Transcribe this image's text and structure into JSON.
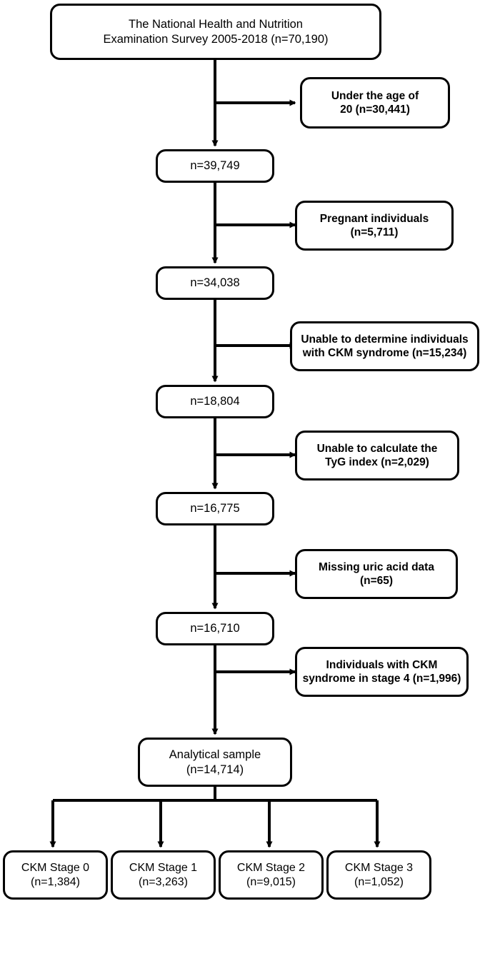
{
  "diagram": {
    "type": "flowchart",
    "title_node": {
      "text": "The National Health and Nutrition\nExamination Survey 2005-2018 (n=70,190)"
    },
    "main_nodes": [
      {
        "text": "n=39,749"
      },
      {
        "text": "n=34,038"
      },
      {
        "text": "n=18,804"
      },
      {
        "text": "n=16,775"
      },
      {
        "text": "n=16,710"
      },
      {
        "text": "Analytical sample\n(n=14,714)"
      }
    ],
    "exclusion_nodes": [
      {
        "text": "Under the age of\n20 (n=30,441)"
      },
      {
        "text": "Pregnant individuals\n(n=5,711)"
      },
      {
        "text": "Unable to determine individuals\nwith CKM syndrome (n=15,234)"
      },
      {
        "text": "Unable to calculate the\nTyG index (n=2,029)"
      },
      {
        "text": "Missing uric acid data\n(n=65)"
      },
      {
        "text": "Individuals with CKM\nsyndrome in stage 4 (n=1,996)"
      }
    ],
    "stage_nodes": [
      {
        "text": "CKM Stage 0\n(n=1,384)"
      },
      {
        "text": "CKM Stage 1\n(n=3,263)"
      },
      {
        "text": "CKM Stage 2\n(n=9,015)"
      },
      {
        "text": "CKM Stage 3\n(n=1,052)"
      }
    ],
    "colors": {
      "stroke": "#000000",
      "fill": "#ffffff",
      "text": "#000000"
    }
  }
}
